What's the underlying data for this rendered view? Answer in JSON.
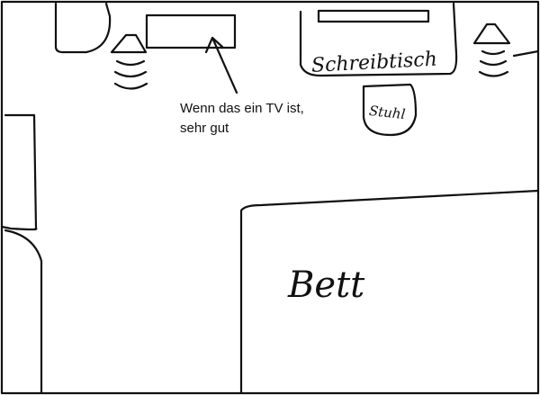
{
  "labels": {
    "desk": "Schreibtisch",
    "chair": "Stuhl",
    "bed": "Bett"
  },
  "annotation": {
    "line1": "Wenn das ein TV ist,",
    "line2": "sehr gut"
  },
  "colors": {
    "ink": "#111111",
    "paper": "#ffffff"
  },
  "icons": {
    "speaker_left": "speaker-icon",
    "speaker_right": "speaker-icon"
  }
}
